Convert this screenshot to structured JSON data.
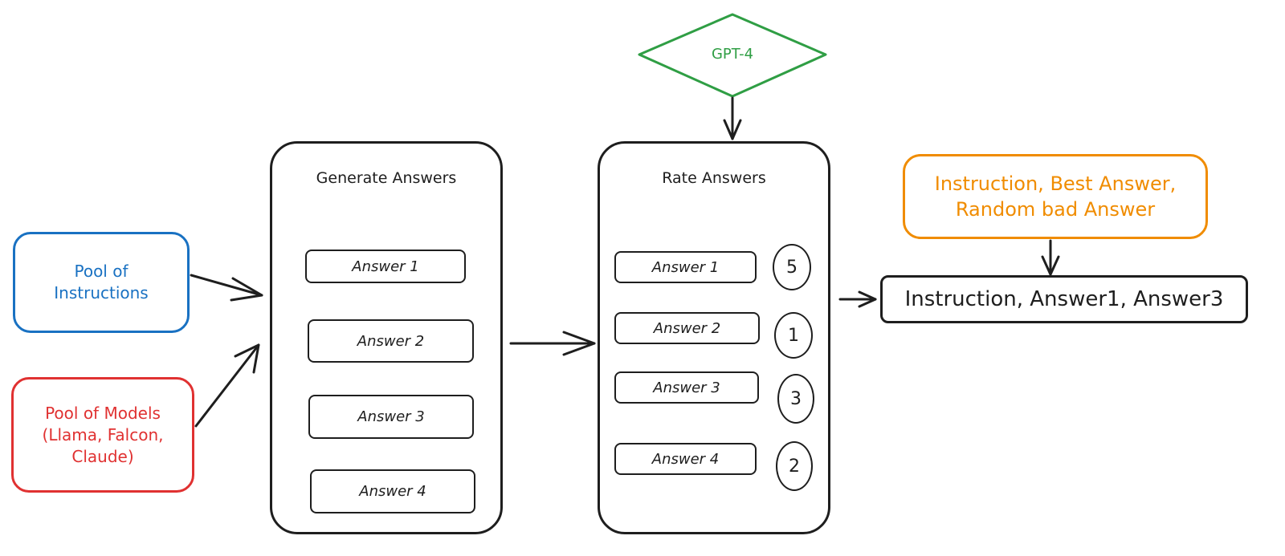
{
  "inputs": {
    "instructions": "Pool of\nInstructions",
    "models": "Pool of Models\n(Llama, Falcon,\nClaude)"
  },
  "generate": {
    "title": "Generate Answers",
    "answers": [
      "Answer 1",
      "Answer 2",
      "Answer 3",
      "Answer 4"
    ]
  },
  "judge": {
    "label": "GPT-4"
  },
  "rate": {
    "title": "Rate Answers",
    "answers": [
      "Answer 1",
      "Answer 2",
      "Answer 3",
      "Answer 4"
    ],
    "scores": [
      "5",
      "1",
      "3",
      "2"
    ]
  },
  "selection": {
    "label": "Instruction, Best Answer,\nRandom bad Answer"
  },
  "output": {
    "label": "Instruction, Answer1, Answer3"
  },
  "colors": {
    "instructions": "#1971c2",
    "models": "#e03131",
    "judge": "#2f9e44",
    "selection": "#f08c00",
    "stroke": "#1e1e1e"
  }
}
